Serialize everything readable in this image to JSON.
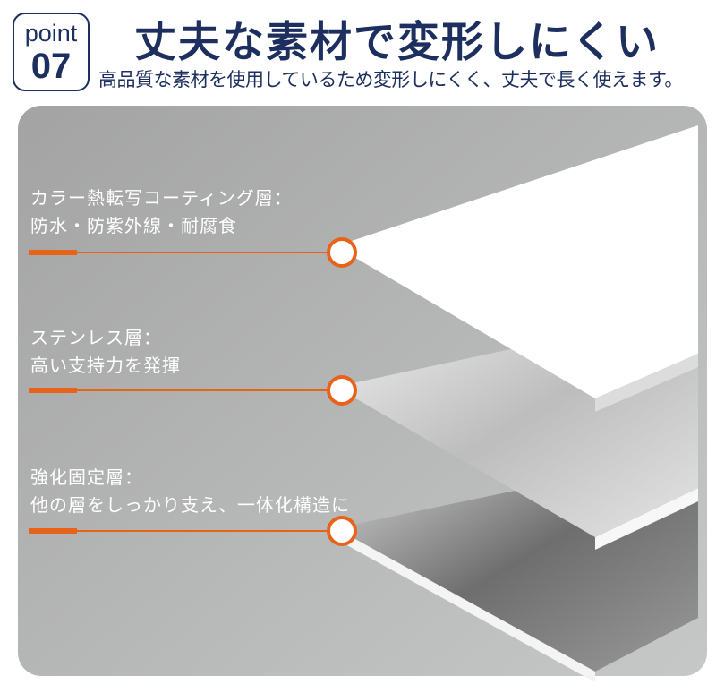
{
  "badge": {
    "word": "point",
    "number": "07"
  },
  "title": "丈夫な素材で変形しにくい",
  "subtitle": "高品質な素材を使用しているため変形しにくく、丈夫で長く使えます。",
  "layers": [
    {
      "name": "カラー熱転写コーティング層：",
      "desc": "防水・防紫外線・耐腐食"
    },
    {
      "name": "ステンレス層：",
      "desc": "高い支持力を発揮"
    },
    {
      "name": "強化固定層：",
      "desc": "他の層をしっかり支え、一体化構造に"
    }
  ],
  "colors": {
    "navy": "#1c2f5e",
    "accent": "#e8631a",
    "panel": "#b4b4b4"
  }
}
